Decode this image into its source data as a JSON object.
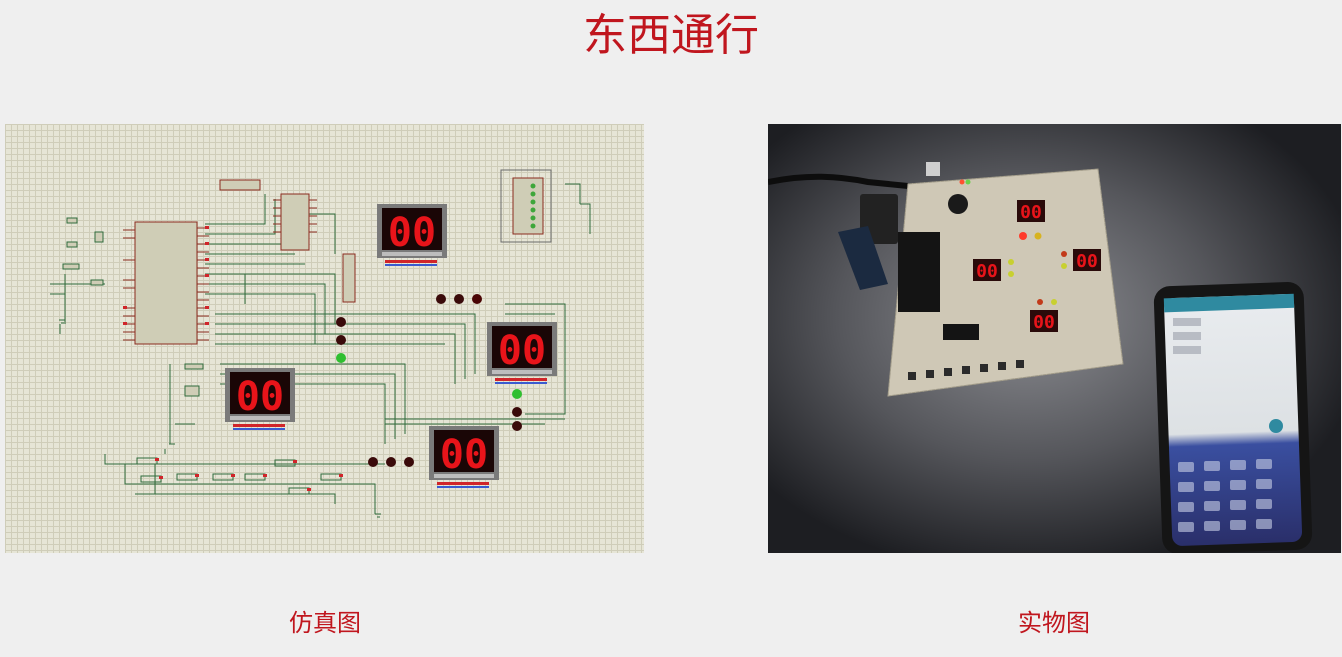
{
  "page": {
    "title": "东西通行"
  },
  "simulation": {
    "caption": "仿真图"
  },
  "photo": {
    "caption": "实物图"
  },
  "colors": {
    "accent_red": "#c0161e",
    "segment_red": "#e8141a",
    "pcb_green": "#2f6a3c"
  }
}
